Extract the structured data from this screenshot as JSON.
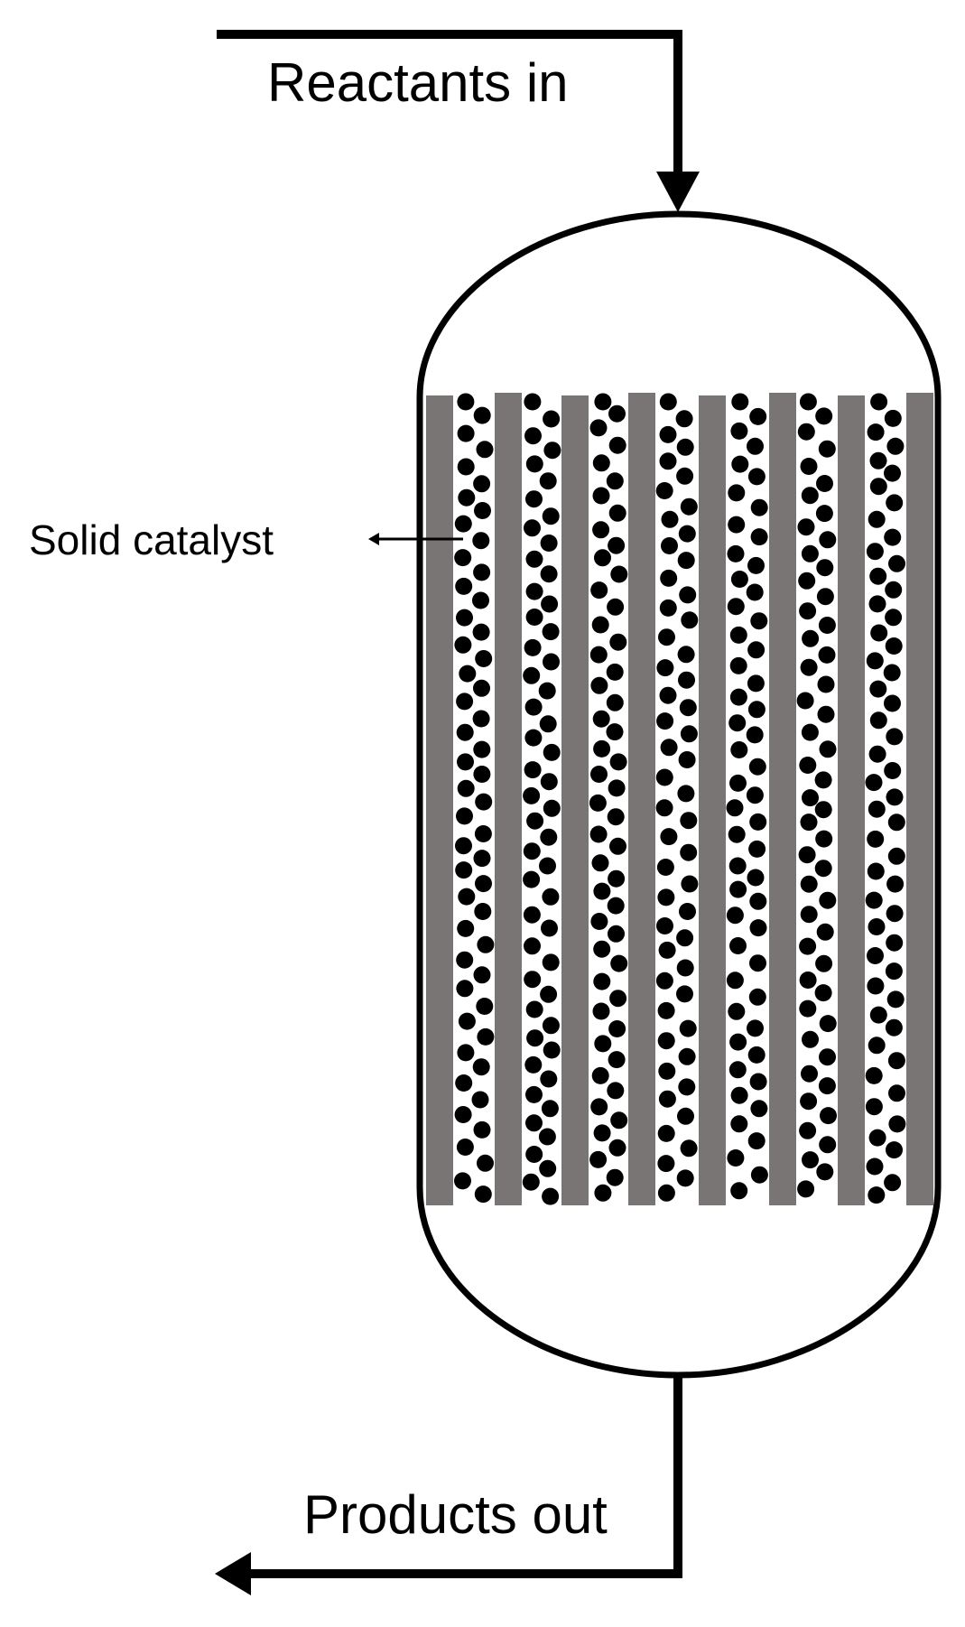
{
  "labels": {
    "inlet": "Reactants in",
    "catalyst": "Solid catalyst",
    "outlet": "Products out"
  },
  "colors": {
    "plate": "#7a7575",
    "pellet": "#000000",
    "outline": "#000000",
    "background": "#ffffff"
  }
}
